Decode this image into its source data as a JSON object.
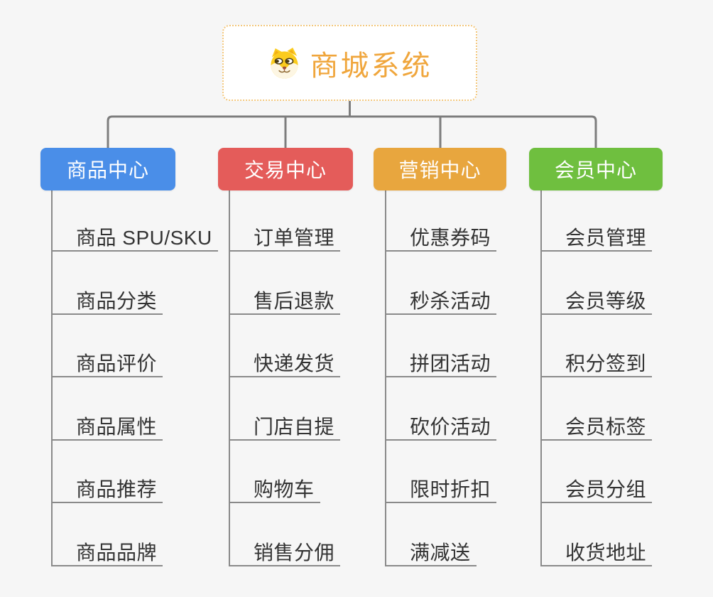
{
  "canvas": {
    "bg": "#F6F6F6",
    "connector_color": "#7D7D7D",
    "branch_line_color": "#8A8A8A",
    "child_text_color": "#333333"
  },
  "root": {
    "label": "商城系统",
    "icon": "shiba-dog-icon",
    "text_color": "#F0A63C",
    "border_color": "#F3C77C",
    "bg": "#FFFFFF"
  },
  "branches": [
    {
      "label": "商品中心",
      "color": "#4A8EE8",
      "children": [
        "商品 SPU/SKU",
        "商品分类",
        "商品评价",
        "商品属性",
        "商品推荐",
        "商品品牌"
      ]
    },
    {
      "label": "交易中心",
      "color": "#E45C5A",
      "children": [
        "订单管理",
        "售后退款",
        "快递发货",
        "门店自提",
        "购物车",
        "销售分佣"
      ]
    },
    {
      "label": "营销中心",
      "color": "#E8A63E",
      "children": [
        "优惠券码",
        "秒杀活动",
        "拼团活动",
        "砍价活动",
        "限时折扣",
        "满减送"
      ]
    },
    {
      "label": "会员中心",
      "color": "#6FBF3F",
      "children": [
        "会员管理",
        "会员等级",
        "积分签到",
        "会员标签",
        "会员分组",
        "收货地址"
      ]
    }
  ]
}
